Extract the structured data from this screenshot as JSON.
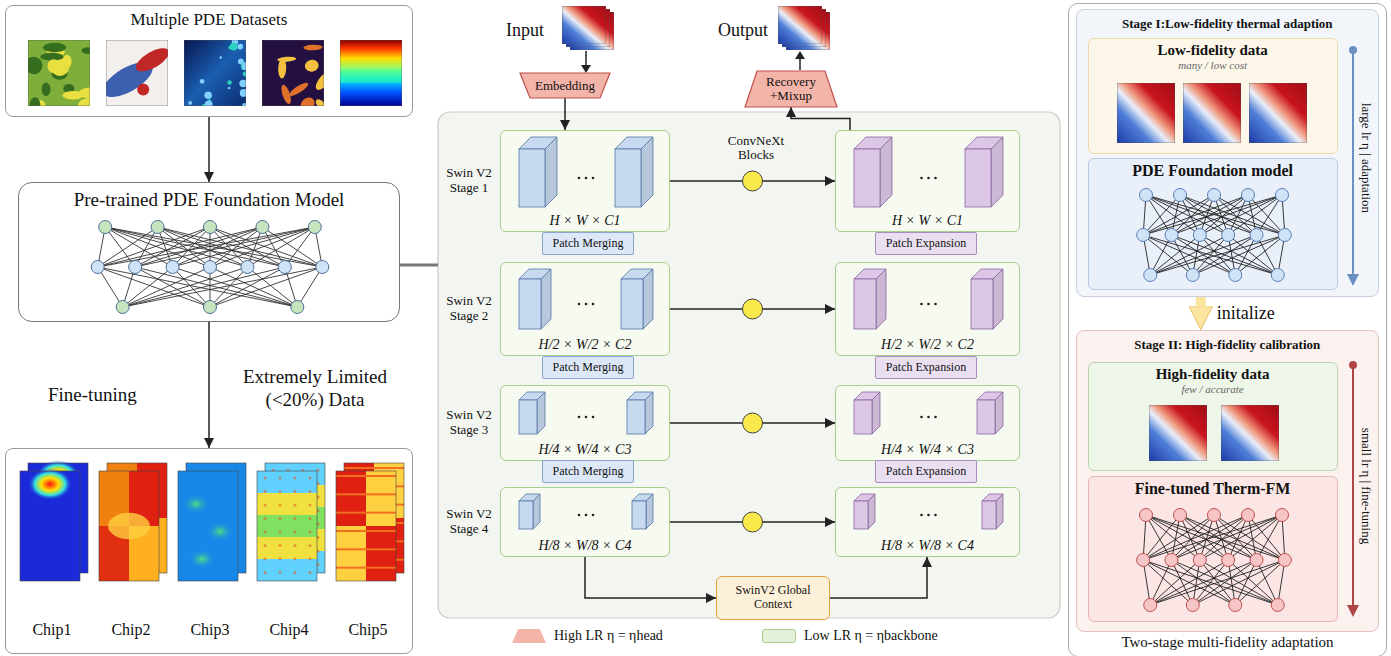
{
  "diagram": {
    "nodes": [
      {
        "text": [
          "Multiple PDE Datasets"
        ]
      },
      {
        "text": [
          "Pre-trained PDE Foundation Model"
        ]
      },
      {
        "text": [
          "Chip1",
          "Chip2",
          "Chip3",
          "Chip4",
          "Chip5"
        ]
      },
      {
        "text": [
          "Embedding"
        ]
      },
      {
        "text": [
          "Recovery +Mixup"
        ]
      },
      {
        "text": [
          "Swin V2 Stage 1",
          "H × W × C1"
        ]
      },
      {
        "text": [
          "Patch Merging"
        ]
      },
      {
        "text": [
          "Swin V2 Stage 2",
          "H/2 × W/2 × C2"
        ]
      },
      {
        "text": [
          "Patch Merging"
        ]
      },
      {
        "text": [
          "Swin V2 Stage 3",
          "H/4 × W/4 × C3"
        ]
      },
      {
        "text": [
          "Patch Merging"
        ]
      },
      {
        "text": [
          "Swin V2 Stage 4",
          "H/8 × W/8 × C4"
        ]
      },
      {
        "text": [
          "H × W × C1"
        ]
      },
      {
        "text": [
          "Patch Expansion"
        ]
      },
      {
        "text": [
          "H/2 × W/2 × C2"
        ]
      },
      {
        "text": [
          "Patch Expansion"
        ]
      },
      {
        "text": [
          "H/4 × W/4 × C3"
        ]
      },
      {
        "text": [
          "Patch Expansion"
        ]
      },
      {
        "text": [
          "H/8 × W/8 × C4"
        ]
      },
      {
        "text": [
          "SwinV2 Global Context"
        ]
      },
      {
        "text": [
          "Two-stage multi-fidelity adaptation"
        ]
      },
      {
        "text": [
          "Stage I:Low-fidelity thermal adaption"
        ],
        "in": 20
      },
      {
        "text": [
          "Low-fidelity data",
          "many / low cost"
        ],
        "in": 21
      },
      {
        "text": [
          "PDE Foundation model"
        ],
        "in": 21
      },
      {
        "text": [
          "Stage II: High-fidelity calibration"
        ],
        "in": 20
      },
      {
        "text": [
          "High-fidelity data",
          "few / accurate"
        ],
        "in": 24
      },
      {
        "text": [
          "Fine-tuned Therm-FM"
        ],
        "in": 24
      }
    ],
    "edges": [
      {
        "from": 0,
        "to": 1,
        "arrow": "to"
      },
      {
        "from": 1,
        "to": 2,
        "arrow": "to"
      },
      {
        "from": 3,
        "to": 5,
        "arrow": "to"
      },
      {
        "from": 12,
        "to": 4,
        "arrow": "to"
      },
      {
        "from": 5,
        "to": 12,
        "arrow": "to"
      },
      {
        "from": 7,
        "to": 14,
        "arrow": "to"
      },
      {
        "from": 9,
        "to": 16,
        "arrow": "to"
      },
      {
        "from": 11,
        "to": 18,
        "arrow": "to"
      },
      {
        "from": 11,
        "to": 19,
        "arrow": "to"
      },
      {
        "from": 19,
        "to": 18,
        "arrow": "to"
      },
      {
        "from": 21,
        "to": 24,
        "arrow": "to",
        "label": "initalize"
      }
    ],
    "labels": [
      "Input",
      "Output",
      "ConvNeXt Blocks",
      "Fine-tuning",
      "Extremely Limited (<20%) Data",
      "large lr η | adaptation",
      "small lr η | fine-tuning"
    ],
    "legend": [
      {
        "text": "High LR η = ηhead",
        "color": "#f3b4aa"
      },
      {
        "text": "Low LR η = ηbackbone",
        "color": "#e4f0d8"
      }
    ]
  }
}
